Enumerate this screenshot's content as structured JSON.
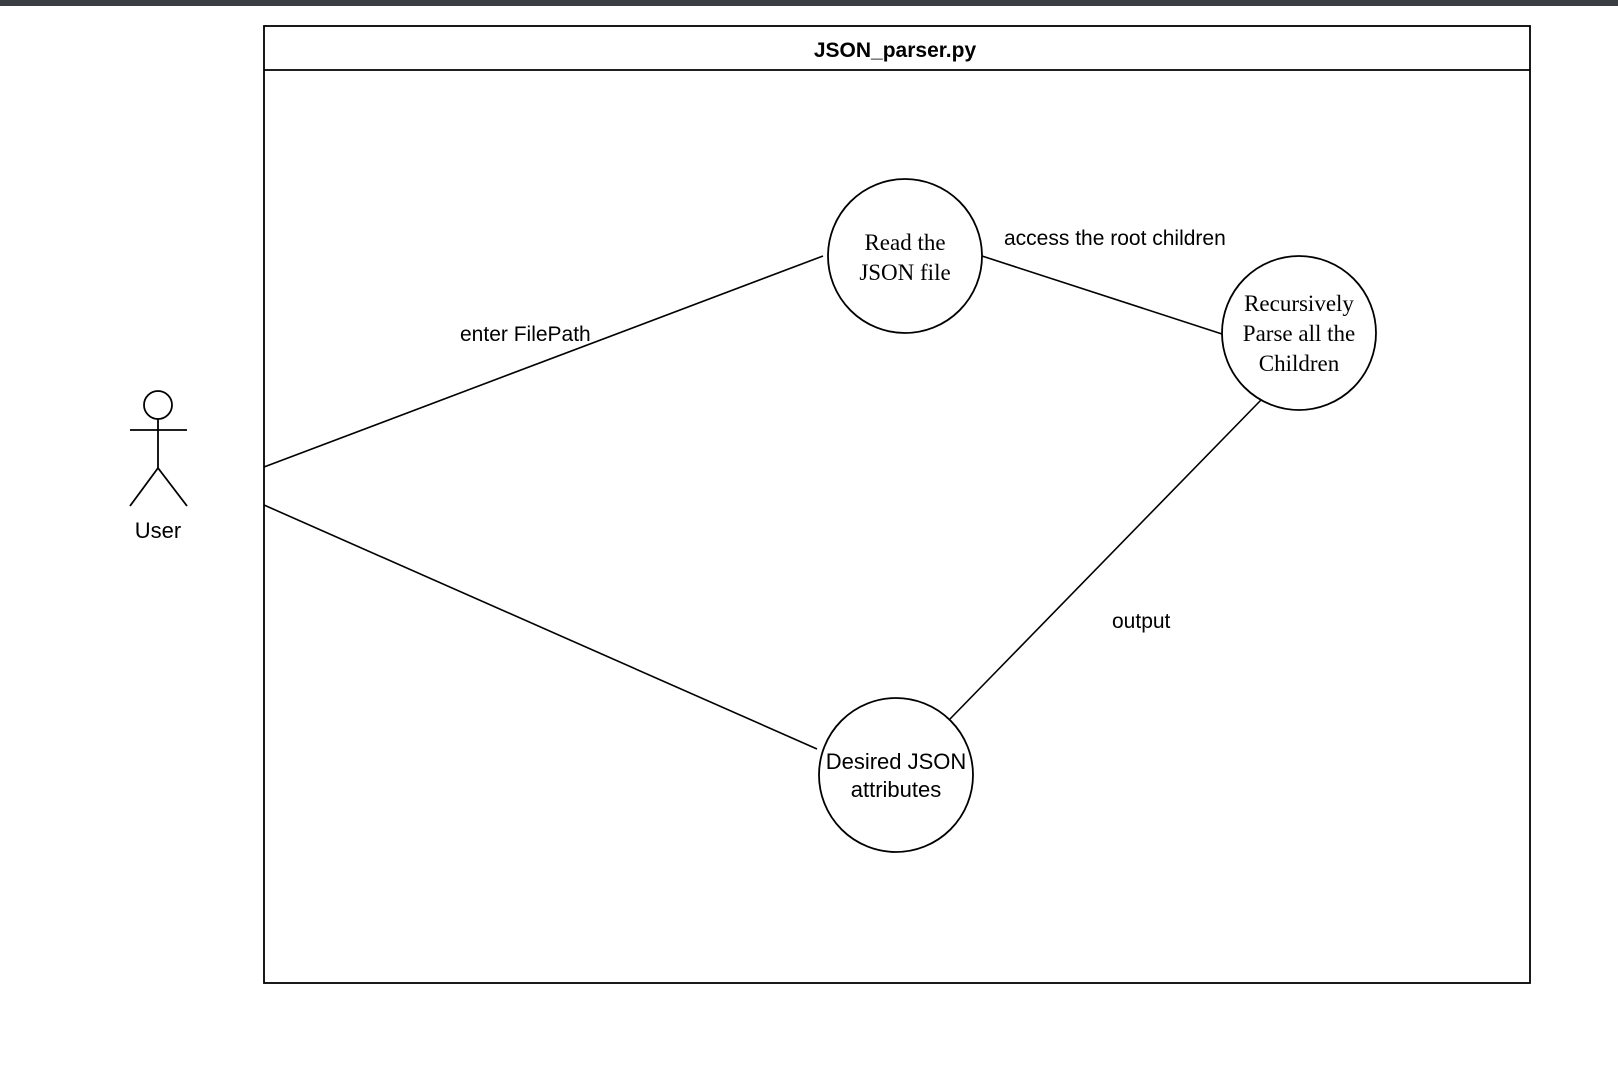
{
  "system": {
    "title": "JSON_parser.py"
  },
  "actor": {
    "label": "User"
  },
  "use_cases": {
    "read_json": {
      "line1": "Read the",
      "line2": "JSON file"
    },
    "parse_children": {
      "line1": "Recursively",
      "line2": "Parse all the",
      "line3": "Children"
    },
    "desired_attrs": {
      "line1": "Desired JSON",
      "line2": "attributes"
    }
  },
  "edges": {
    "enter_filepath": "enter FilePath",
    "access_root": "access the root children",
    "output": "output"
  },
  "colors": {
    "stroke": "#000000",
    "background": "#ffffff",
    "topbar": "#3a3d41"
  }
}
